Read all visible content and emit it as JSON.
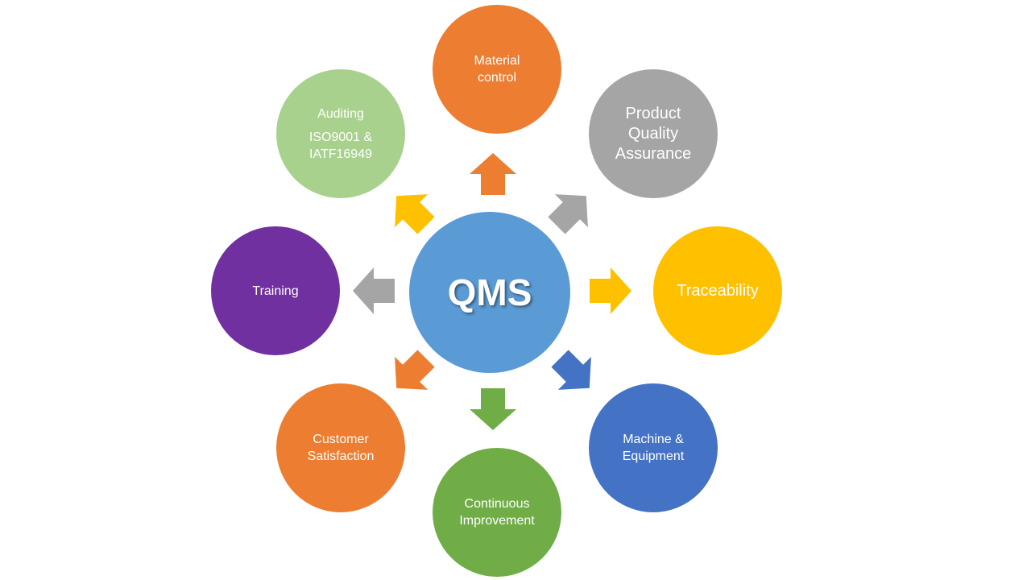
{
  "diagram": {
    "hub": {
      "lines": [
        "QMS"
      ],
      "color": "#5B9BD5"
    },
    "nodes": [
      {
        "id": "material",
        "lines": [
          "Material",
          "control"
        ],
        "color": "#ED7D31"
      },
      {
        "id": "product",
        "lines": [
          "Product",
          "Quality",
          "Assurance"
        ],
        "color": "#A5A5A5"
      },
      {
        "id": "trace",
        "lines": [
          "Traceability"
        ],
        "color": "#FFC000"
      },
      {
        "id": "machine",
        "lines": [
          "Machine &",
          "Equipment"
        ],
        "color": "#4472C4"
      },
      {
        "id": "improve",
        "lines": [
          "Continuous",
          "Improvement"
        ],
        "color": "#70AD47"
      },
      {
        "id": "customer",
        "lines": [
          "Customer",
          "Satisfaction"
        ],
        "color": "#ED7D31"
      },
      {
        "id": "training",
        "lines": [
          "Training"
        ],
        "color": "#7030A0"
      },
      {
        "id": "auditing",
        "lines": [
          "Auditing",
          "ISO9001 &",
          "IATF16949"
        ],
        "color": "#A9D18E"
      }
    ],
    "arrows": [
      {
        "to": "material",
        "color": "#ED7D31"
      },
      {
        "to": "product",
        "color": "#A5A5A5"
      },
      {
        "to": "trace",
        "color": "#FFC000"
      },
      {
        "to": "machine",
        "color": "#4472C4"
      },
      {
        "to": "improve",
        "color": "#70AD47"
      },
      {
        "to": "customer",
        "color": "#ED7D31"
      },
      {
        "to": "training",
        "color": "#A5A5A5"
      },
      {
        "to": "auditing",
        "color": "#FFC000"
      }
    ]
  }
}
